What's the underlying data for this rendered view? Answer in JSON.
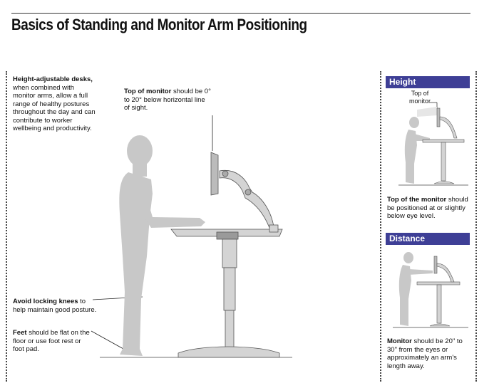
{
  "title": "Basics of Standing and Monitor Arm Positioning",
  "left_notes": {
    "desks_bold": "Height-adjustable desks,",
    "desks_text": "when combined with monitor arms, allow a full range of healthy postures throughout the day and can contribute to worker wellbeing and productivity.",
    "knees_bold": "Avoid locking knees",
    "knees_text": "to help maintain good posture.",
    "feet_bold": "Feet",
    "feet_text": "should be flat on the floor or use foot rest or foot pad."
  },
  "center_note": {
    "bold": "Top of monitor",
    "text": "should be 0° to 20° below horizontal line of sight."
  },
  "height_panel": {
    "header": "Height",
    "label_line1": "Top of",
    "label_line2": "monitor",
    "caption_bold": "Top of the monitor",
    "caption_text": "should be positioned at or slightly below eye level."
  },
  "distance_panel": {
    "header": "Distance",
    "caption_bold": "Monitor",
    "caption_text": "should be 20\" to 30\" from the eyes or approximately an arm's length away."
  },
  "colors": {
    "header_bg": "#3e3f96",
    "silhouette": "#c8c8c8",
    "desk": "#d4d4d4"
  }
}
